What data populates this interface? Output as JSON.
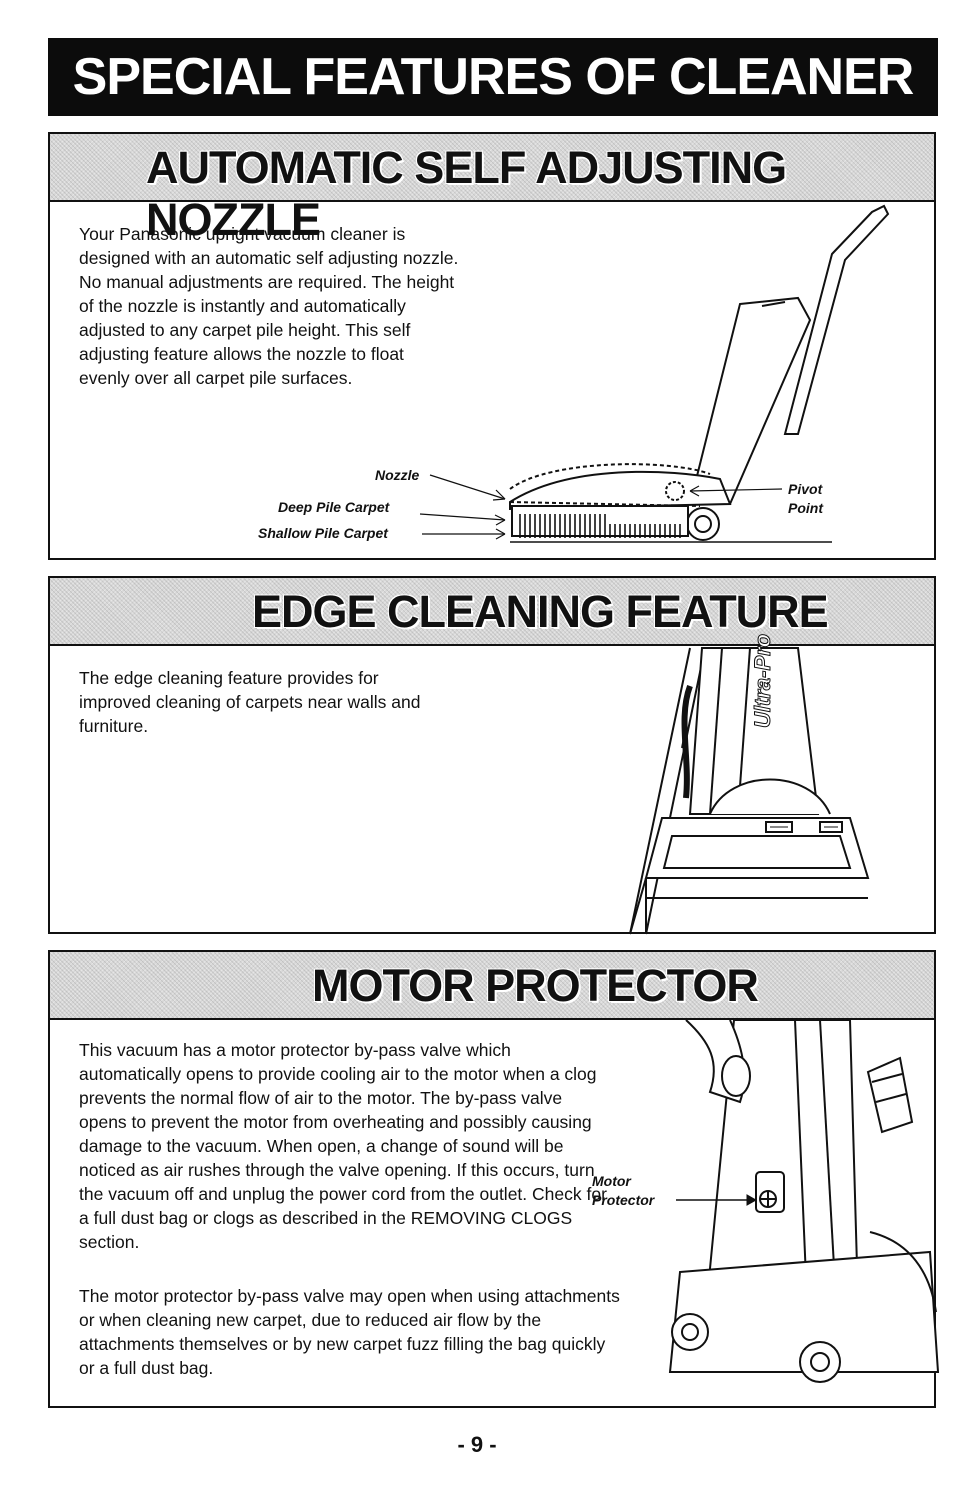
{
  "page_title": "SPECIAL FEATURES OF CLEANER",
  "sections": [
    {
      "title": "AUTOMATIC SELF ADJUSTING NOZZLE",
      "text": "Your Panasonic upright vacuum cleaner is designed with an automatic self adjusting nozzle.  No manual adjustments are required.  The height of the nozzle is instantly and automatically adjusted to any carpet pile height.  This self adjusting feature allows the nozzle to float evenly over all carpet pile surfaces.",
      "labels": {
        "nozzle": "Nozzle",
        "deep_pile": "Deep Pile Carpet",
        "shallow_pile": "Shallow Pile Carpet",
        "pivot_point": "Pivot Point"
      }
    },
    {
      "title": "EDGE CLEANING FEATURE",
      "text": "The edge cleaning feature provides for improved cleaning of carpets near walls and furniture.",
      "brand_label": "Ultra-Pro"
    },
    {
      "title": "MOTOR PROTECTOR",
      "paragraphs": [
        "This vacuum has a motor protector by-pass valve which automatically opens to provide cooling air to the motor when a clog prevents the normal flow of air to the motor.  The by-pass valve opens to prevent the motor from overheating and possibly causing damage to the vacuum.  When open, a change of sound will be noticed as air rushes through the valve opening.  If this occurs, turn the vacuum off and unplug the power cord from the outlet.  Check for a full dust bag or clogs as described in the REMOVING CLOGS section.",
        "The motor protector by-pass valve may open when using attachments or when cleaning new carpet, due to reduced air flow by the attachments themselves or by new carpet fuzz filling the bag quickly or a full dust bag."
      ],
      "labels": {
        "motor_protector": "Motor Protector"
      }
    }
  ],
  "page_number": "- 9 -"
}
